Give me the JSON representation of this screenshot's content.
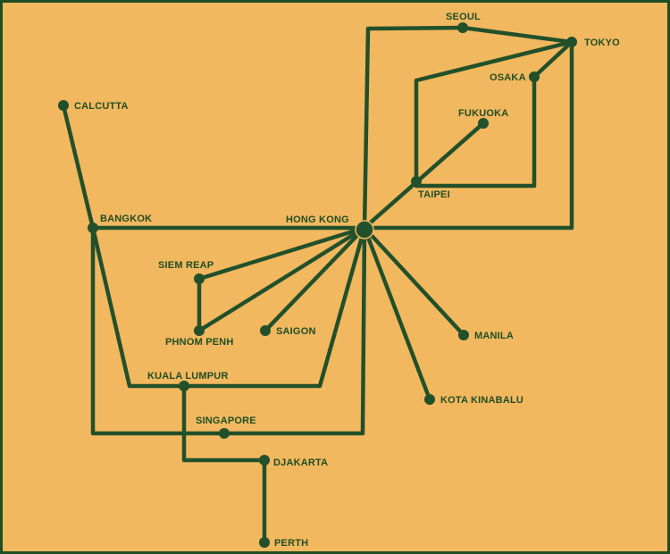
{
  "map": {
    "cities": {
      "seoul": "SEOUL",
      "tokyo": "TOKYO",
      "osaka": "OSAKA",
      "fukuoka": "FUKUOKA",
      "taipei": "TAIPEI",
      "hong_kong": "HONG KONG",
      "calcutta": "CALCUTTA",
      "bangkok": "BANGKOK",
      "siem_reap": "SIEM REAP",
      "phnom_penh": "PHNOM PENH",
      "saigon": "SAIGON",
      "manila": "MANILA",
      "kota_kinabalu": "KOTA KINABALU",
      "kuala_lumpur": "KUALA LUMPUR",
      "singapore": "SINGAPORE",
      "djakarta": "DJAKARTA",
      "perth": "PERTH"
    },
    "colors": {
      "background": "#f2b85f",
      "route": "#22502a"
    }
  }
}
